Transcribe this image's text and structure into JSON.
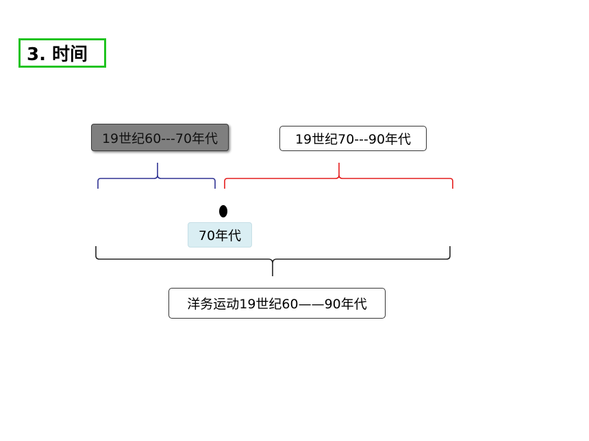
{
  "slide": {
    "title": "3. 时间",
    "period_early": "19世纪60---70年代",
    "period_late": "19世纪70---90年代",
    "midpoint": "70年代",
    "overall": "洋务运动19世纪60——90年代"
  },
  "colors": {
    "title_border": "#1fc31f",
    "brace_early": "#2e3192",
    "brace_late": "#e41b1b",
    "brace_overall": "#222222",
    "box_early_fill": "#7f7f7f",
    "box_mid_fill": "#daeef3"
  }
}
